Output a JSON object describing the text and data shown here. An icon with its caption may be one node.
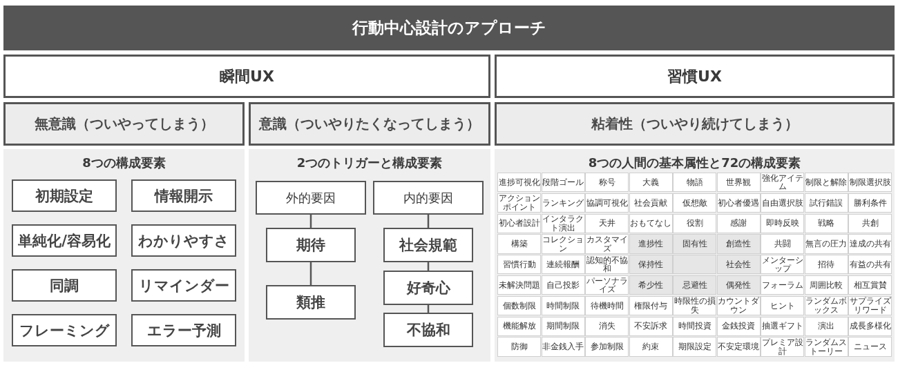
{
  "diagram": {
    "title": "行動中心設計のアプローチ",
    "nodes": [
      {
        "text": [
          "瞬間UX"
        ]
      },
      {
        "text": [
          "習慣UX"
        ]
      },
      {
        "text": [
          "無意識（ついやってしまう）"
        ]
      },
      {
        "text": [
          "意識（ついやりたくなってしまう）"
        ]
      },
      {
        "text": [
          "粘着性（ついやり続けてしまう）"
        ]
      },
      {
        "text": [
          "8つの構成要素"
        ]
      },
      {
        "text": [
          "初期設定"
        ],
        "in": 5
      },
      {
        "text": [
          "情報開示"
        ],
        "in": 5
      },
      {
        "text": [
          "単純化/容易化"
        ],
        "in": 5
      },
      {
        "text": [
          "わかりやすさ"
        ],
        "in": 5
      },
      {
        "text": [
          "同調"
        ],
        "in": 5
      },
      {
        "text": [
          "リマインダー"
        ],
        "in": 5
      },
      {
        "text": [
          "フレーミング"
        ],
        "in": 5
      },
      {
        "text": [
          "エラー予測"
        ],
        "in": 5
      },
      {
        "text": [
          "2つのトリガーと構成要素"
        ]
      },
      {
        "text": [
          "外的要因"
        ],
        "in": 14
      },
      {
        "text": [
          "内的要因"
        ],
        "in": 14
      },
      {
        "text": [
          "期待"
        ],
        "in": 14
      },
      {
        "text": [
          "類推"
        ],
        "in": 14
      },
      {
        "text": [
          "社会規範"
        ],
        "in": 14
      },
      {
        "text": [
          "好奇心"
        ],
        "in": 14
      },
      {
        "text": [
          "不協和"
        ],
        "in": 14
      },
      {
        "text": [
          "8つの人間の基本属性と72の構成要素"
        ]
      },
      {
        "text": [
          "進捗可視化"
        ],
        "in": 22
      },
      {
        "text": [
          "段階ゴール"
        ],
        "in": 22
      },
      {
        "text": [
          "称号"
        ],
        "in": 22
      },
      {
        "text": [
          "大義"
        ],
        "in": 22
      },
      {
        "text": [
          "物語"
        ],
        "in": 22
      },
      {
        "text": [
          "世界観"
        ],
        "in": 22
      },
      {
        "text": [
          "強化アイテム"
        ],
        "in": 22
      },
      {
        "text": [
          "制限と解除"
        ],
        "in": 22
      },
      {
        "text": [
          "制限選択肢"
        ],
        "in": 22
      },
      {
        "text": [
          "アクションポイント"
        ],
        "in": 22
      },
      {
        "text": [
          "ランキング"
        ],
        "in": 22
      },
      {
        "text": [
          "協調可視化"
        ],
        "in": 22
      },
      {
        "text": [
          "社会貢献"
        ],
        "in": 22
      },
      {
        "text": [
          "仮想敵"
        ],
        "in": 22
      },
      {
        "text": [
          "初心者優遇"
        ],
        "in": 22
      },
      {
        "text": [
          "自由選択肢"
        ],
        "in": 22
      },
      {
        "text": [
          "試行錯誤"
        ],
        "in": 22
      },
      {
        "text": [
          "勝利条件"
        ],
        "in": 22
      },
      {
        "text": [
          "初心者設計"
        ],
        "in": 22
      },
      {
        "text": [
          "インタラクト演出"
        ],
        "in": 22
      },
      {
        "text": [
          "天井"
        ],
        "in": 22
      },
      {
        "text": [
          "おもてなし"
        ],
        "in": 22
      },
      {
        "text": [
          "役割"
        ],
        "in": 22
      },
      {
        "text": [
          "感謝"
        ],
        "in": 22
      },
      {
        "text": [
          "即時反映"
        ],
        "in": 22
      },
      {
        "text": [
          "戦略"
        ],
        "in": 22
      },
      {
        "text": [
          "共創"
        ],
        "in": 22
      },
      {
        "text": [
          "構築"
        ],
        "in": 22
      },
      {
        "text": [
          "コレクション"
        ],
        "in": 22
      },
      {
        "text": [
          "カスタマイズ"
        ],
        "in": 22
      },
      {
        "text": [
          "進捗性"
        ],
        "in": 22
      },
      {
        "text": [
          "固有性"
        ],
        "in": 22
      },
      {
        "text": [
          "創造性"
        ],
        "in": 22
      },
      {
        "text": [
          "共闘"
        ],
        "in": 22
      },
      {
        "text": [
          "無言の圧力"
        ],
        "in": 22
      },
      {
        "text": [
          "達成の共有"
        ],
        "in": 22
      },
      {
        "text": [
          "習慣行動"
        ],
        "in": 22
      },
      {
        "text": [
          "連続報酬"
        ],
        "in": 22
      },
      {
        "text": [
          "認知的不協和"
        ],
        "in": 22
      },
      {
        "text": [
          "保持性"
        ],
        "in": 22
      },
      {
        "text": [],
        "shape": "box",
        "in": 22
      },
      {
        "text": [
          "社会性"
        ],
        "in": 22
      },
      {
        "text": [
          "メンターシップ"
        ],
        "in": 22
      },
      {
        "text": [
          "招待"
        ],
        "in": 22
      },
      {
        "text": [
          "有益の共有"
        ],
        "in": 22
      },
      {
        "text": [
          "未解決問題"
        ],
        "in": 22
      },
      {
        "text": [
          "自己投影"
        ],
        "in": 22
      },
      {
        "text": [
          "パーソナライズ"
        ],
        "in": 22
      },
      {
        "text": [
          "希少性"
        ],
        "in": 22
      },
      {
        "text": [
          "忌避性"
        ],
        "in": 22
      },
      {
        "text": [
          "偶発性"
        ],
        "in": 22
      },
      {
        "text": [
          "フォーラム"
        ],
        "in": 22
      },
      {
        "text": [
          "周囲比較"
        ],
        "in": 22
      },
      {
        "text": [
          "相互賞賛"
        ],
        "in": 22
      },
      {
        "text": [
          "個数制限"
        ],
        "in": 22
      },
      {
        "text": [
          "時間制限"
        ],
        "in": 22
      },
      {
        "text": [
          "待機時間"
        ],
        "in": 22
      },
      {
        "text": [
          "権限付与"
        ],
        "in": 22
      },
      {
        "text": [
          "時限性の損失"
        ],
        "in": 22
      },
      {
        "text": [
          "カウントダウン"
        ],
        "in": 22
      },
      {
        "text": [
          "ヒント"
        ],
        "in": 22
      },
      {
        "text": [
          "ランダムボックス"
        ],
        "in": 22
      },
      {
        "text": [
          "サプライズリワード"
        ],
        "in": 22
      },
      {
        "text": [
          "機能解放"
        ],
        "in": 22
      },
      {
        "text": [
          "期間制限"
        ],
        "in": 22
      },
      {
        "text": [
          "消失"
        ],
        "in": 22
      },
      {
        "text": [
          "不安訴求"
        ],
        "in": 22
      },
      {
        "text": [
          "時間投資"
        ],
        "in": 22
      },
      {
        "text": [
          "金銭投資"
        ],
        "in": 22
      },
      {
        "text": [
          "抽選ギフト"
        ],
        "in": 22
      },
      {
        "text": [
          "演出"
        ],
        "in": 22
      },
      {
        "text": [
          "成長多様化"
        ],
        "in": 22
      },
      {
        "text": [
          "防御"
        ],
        "in": 22
      },
      {
        "text": [
          "非金銭入手"
        ],
        "in": 22
      },
      {
        "text": [
          "参加制限"
        ],
        "in": 22
      },
      {
        "text": [
          "約束"
        ],
        "in": 22
      },
      {
        "text": [
          "期限設定"
        ],
        "in": 22
      },
      {
        "text": [
          "不安定環境"
        ],
        "in": 22
      },
      {
        "text": [
          "プレミア設計"
        ],
        "in": 22
      },
      {
        "text": [
          "ランダムストーリー"
        ],
        "in": 22
      },
      {
        "text": [
          "ニュース"
        ],
        "in": 22
      }
    ],
    "edges": [
      {
        "from": 15,
        "to": 17,
        "arrow": "none"
      },
      {
        "from": 17,
        "to": 18,
        "arrow": "none"
      },
      {
        "from": 16,
        "to": 19,
        "arrow": "none"
      },
      {
        "from": 19,
        "to": 20,
        "arrow": "none"
      },
      {
        "from": 20,
        "to": 21,
        "arrow": "none"
      }
    ]
  }
}
